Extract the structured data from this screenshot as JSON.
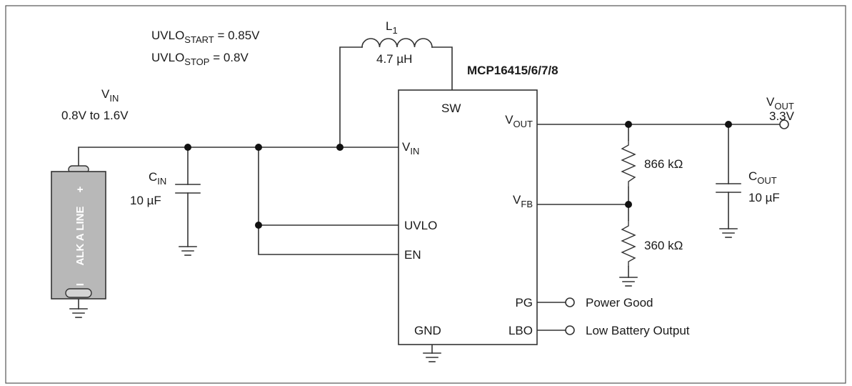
{
  "part_number": "MCP16415/6/7/8",
  "input": {
    "symbol": "V",
    "subscript": "IN",
    "range": "0.8V to 1.6V"
  },
  "uvlo_levels": {
    "start_label": "UVLO",
    "start_sub": "START",
    "start_value": " = 0.85V",
    "stop_label": "UVLO",
    "stop_sub": "STOP",
    "stop_value": " = 0.8V"
  },
  "inductor": {
    "symbol": "L",
    "subscript": "1",
    "value": "4.7 µH"
  },
  "input_capacitor": {
    "symbol": "C",
    "subscript": "IN",
    "value": "10 µF"
  },
  "output_capacitor": {
    "symbol": "C",
    "subscript": "OUT",
    "value": "10 µF"
  },
  "output": {
    "symbol": "V",
    "subscript": "OUT",
    "value": "3.3V"
  },
  "battery": {
    "label": "ALK A LINE",
    "plus": "+",
    "minus": "I"
  },
  "resistors": {
    "top": "866 kΩ",
    "bottom": "360 kΩ"
  },
  "pins": {
    "sw": "SW",
    "vin_symbol": "V",
    "vin_sub": "IN",
    "vout_symbol": "V",
    "vout_sub": "OUT",
    "vfb_symbol": "V",
    "vfb_sub": "FB",
    "uvlo": "UVLO",
    "en": "EN",
    "pg": "PG",
    "gnd": "GND",
    "lbo": "LBO"
  },
  "outputs": {
    "power_good": "Power Good",
    "low_battery": "Low Battery Output"
  }
}
